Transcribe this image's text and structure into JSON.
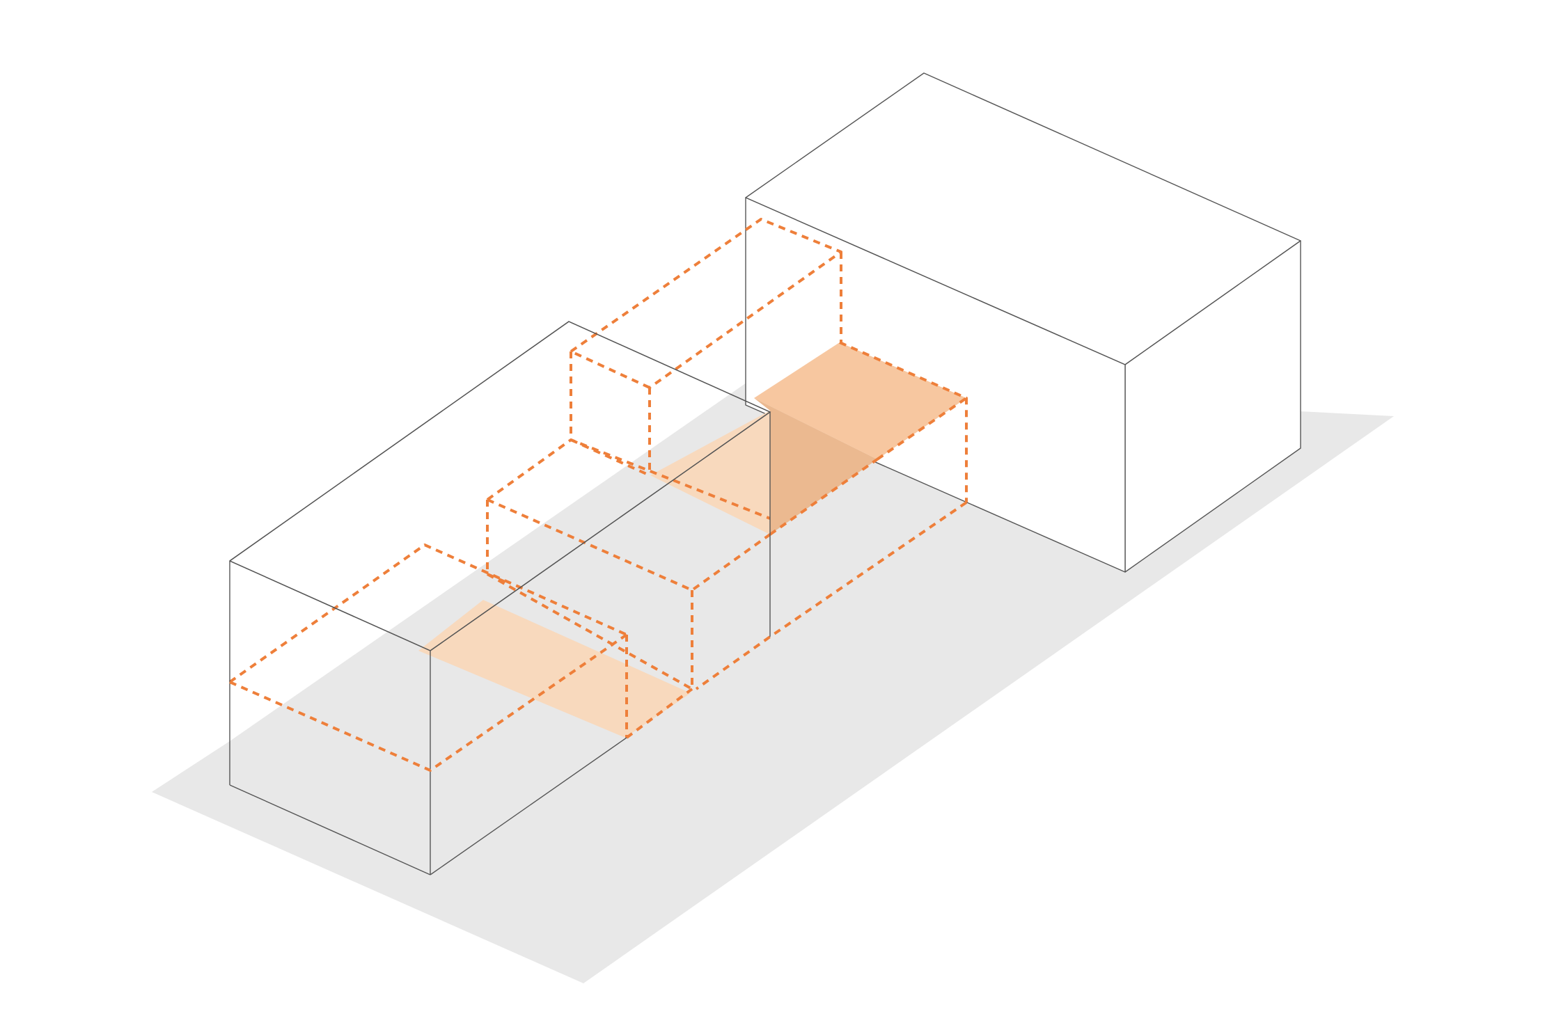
{
  "diagram": {
    "kind": "isometric-massing",
    "colors": {
      "accent": "#EE7F3A",
      "fill_light": "#F8D9BD",
      "fill_mid": "#F7C7A0",
      "fill_dark": "#EBB990",
      "outline": "#555555",
      "ground": "#E8E8E8",
      "background": "#FFFFFF"
    },
    "elements": [
      {
        "name": "ground-shadow",
        "style": "solid-fill"
      },
      {
        "name": "right-building-block",
        "style": "solid-outline"
      },
      {
        "name": "left-building-block",
        "style": "solid-outline"
      },
      {
        "name": "upper-dashed-volume",
        "style": "dashed-orange"
      },
      {
        "name": "middle-dashed-volume",
        "style": "dashed-orange"
      },
      {
        "name": "lower-dashed-volume",
        "style": "dashed-orange"
      },
      {
        "name": "upper-floor-plate",
        "style": "orange-fill"
      },
      {
        "name": "lower-floor-plate",
        "style": "orange-fill"
      }
    ]
  }
}
